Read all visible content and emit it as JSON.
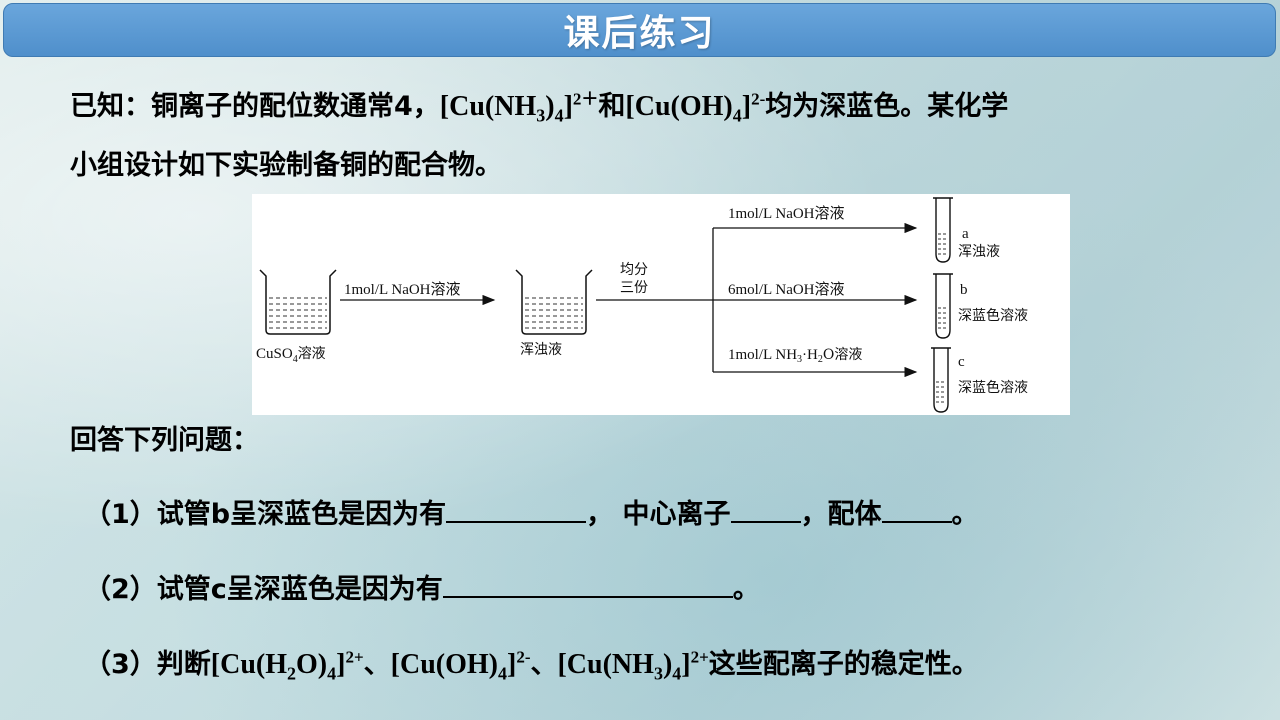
{
  "header": {
    "title": "课后练习"
  },
  "intro": {
    "line1_part1": "已知：铜离子的配位数通常4，",
    "ion1_a": "[Cu(NH",
    "ion1_sub3": "3",
    "ion1_b": ")",
    "ion1_sub4": "4",
    "ion1_c": "]",
    "ion1_charge": "2＋",
    "and": "和",
    "ion2_a": "[Cu(OH)",
    "ion2_sub4": "4",
    "ion2_b": "]",
    "ion2_charge": "2-",
    "line1_part2": "均为深蓝色。某化学",
    "line2": "小组设计如下实验制备铜的配合物。"
  },
  "diagram": {
    "beaker1_label": "CuSO",
    "beaker1_sub": "4",
    "beaker1_label2": "溶液",
    "arrow1_label": "1mol/L NaOH溶液",
    "beaker2_label": "浑浊液",
    "split_label1": "均分",
    "split_label2": "三份",
    "branch_a_label": "1mol/L NaOH溶液",
    "branch_b_label": "6mol/L NaOH溶液",
    "branch_c_label_a": "1mol/L  NH",
    "branch_c_sub3": "3",
    "branch_c_label_b": "·H",
    "branch_c_sub2": "2",
    "branch_c_label_c": "O溶液",
    "tube_a_letter": "a",
    "tube_a_result": "浑浊液",
    "tube_b_letter": "b",
    "tube_b_result": "深蓝色溶液",
    "tube_c_letter": "c",
    "tube_c_result": "深蓝色溶液"
  },
  "questions": {
    "prompt": "回答下列问题：",
    "q1_a": "（1）试管b呈深蓝色是因为有",
    "q1_b": "，  中心离子",
    "q1_c": "，配体",
    "q1_d": "。",
    "q2_a": "（2）试管c呈深蓝色是因为有",
    "q2_b": "。",
    "q3_a": "（3）判断",
    "q3_ion1_a": "[Cu(H",
    "q3_ion1_sub2": "2",
    "q3_ion1_b": "O)",
    "q3_ion1_sub4": "4",
    "q3_ion1_c": "]",
    "q3_ion1_charge": "2+",
    "sep": "、",
    "q3_ion2_a": "[Cu(OH)",
    "q3_ion2_sub4": "4",
    "q3_ion2_b": "]",
    "q3_ion2_charge": "2-",
    "q3_ion3_a": "[Cu(NH",
    "q3_ion3_sub3": "3",
    "q3_ion3_b": ")",
    "q3_ion3_sub4": "4",
    "q3_ion3_c": "]",
    "q3_ion3_charge": "2+",
    "q3_b": "这些配离子的稳定性。"
  }
}
